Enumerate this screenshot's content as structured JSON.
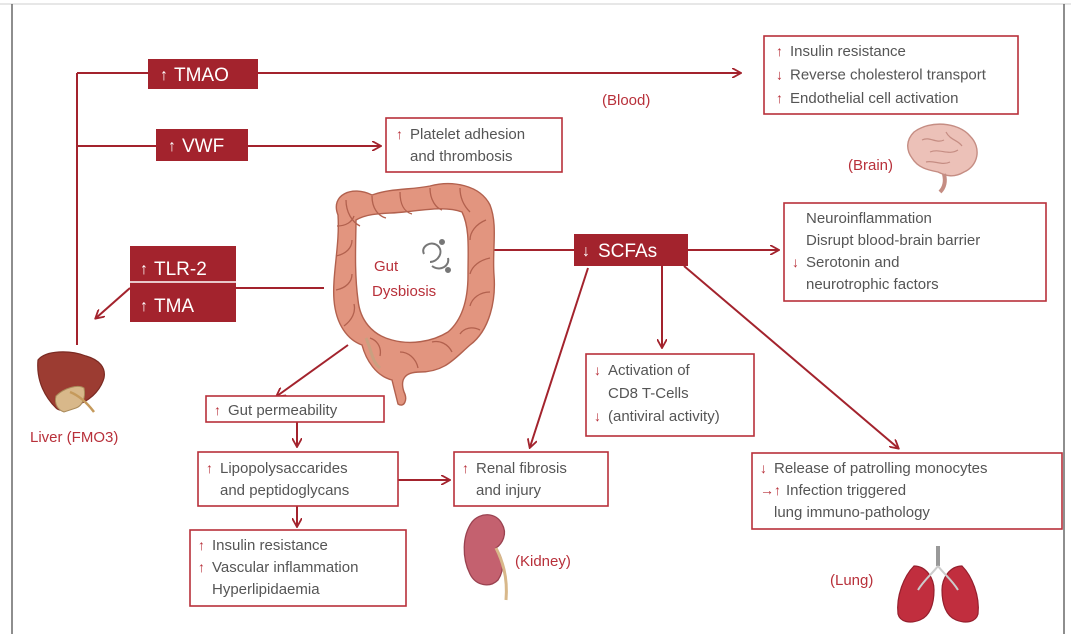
{
  "colors": {
    "accent": "#a3232d",
    "box_stroke": "#b8303a",
    "text": "#555555",
    "organ": "#c47f77"
  },
  "nodes": {
    "tmao": {
      "label": "TMAO",
      "dir": "up"
    },
    "vwf": {
      "label": "VWF",
      "dir": "up"
    },
    "tlr2": {
      "label": "TLR-2",
      "dir": "up"
    },
    "tma": {
      "label": "TMA",
      "dir": "up"
    },
    "scfas": {
      "label": "SCFAs",
      "dir": "down"
    },
    "gut": {
      "line1": "Gut",
      "line2": "Dysbiosis"
    }
  },
  "boxes": {
    "blood_effects": [
      {
        "dir": "up",
        "text": "Insulin resistance"
      },
      {
        "dir": "down",
        "text": "Reverse cholesterol transport"
      },
      {
        "dir": "up",
        "text": "Endothelial cell activation"
      }
    ],
    "platelet": [
      {
        "dir": "up",
        "text": "Platelet adhesion"
      },
      {
        "dir": "",
        "text": "and thrombosis"
      }
    ],
    "brain_effects": [
      {
        "dir": "",
        "text": "Neuroinflammation"
      },
      {
        "dir": "",
        "text": "Disrupt blood-brain barrier"
      },
      {
        "dir": "down",
        "text": "Serotonin and"
      },
      {
        "dir": "",
        "text": "neurotrophic factors"
      }
    ],
    "cd8": [
      {
        "dir": "down",
        "text": "Activation of"
      },
      {
        "dir": "",
        "text": "CD8 T-Cells"
      },
      {
        "dir": "down",
        "text": "(antiviral activity)"
      }
    ],
    "gut_permeability": [
      {
        "dir": "up",
        "text": "Gut permeability"
      }
    ],
    "lps": [
      {
        "dir": "up",
        "text": "Lipopolysaccarides"
      },
      {
        "dir": "",
        "text": "and peptidoglycans"
      }
    ],
    "renal": [
      {
        "dir": "up",
        "text": "Renal fibrosis"
      },
      {
        "dir": "",
        "text": "and injury"
      }
    ],
    "metabolic": [
      {
        "dir": "up",
        "text": "Insulin resistance"
      },
      {
        "dir": "up",
        "text": "Vascular inflammation"
      },
      {
        "dir": "",
        "text": "Hyperlipidaemia"
      }
    ],
    "lung_effects": [
      {
        "dir": "down",
        "text": "Release of patrolling monocytes"
      },
      {
        "dir": "right-up",
        "text": "Infection triggered"
      },
      {
        "dir": "",
        "text": "lung immuno-pathology"
      }
    ]
  },
  "organ_labels": {
    "blood": "(Blood)",
    "brain": "(Brain)",
    "liver": "Liver (FMO3)",
    "kidney": "(Kidney)",
    "lung": "(Lung)"
  },
  "icons": {
    "up": "arrow-up-icon",
    "down": "arrow-down-icon",
    "organs": [
      "brain-icon",
      "liver-icon",
      "kidney-icon",
      "lungs-icon",
      "colon-icon",
      "bacteria-icon"
    ]
  }
}
